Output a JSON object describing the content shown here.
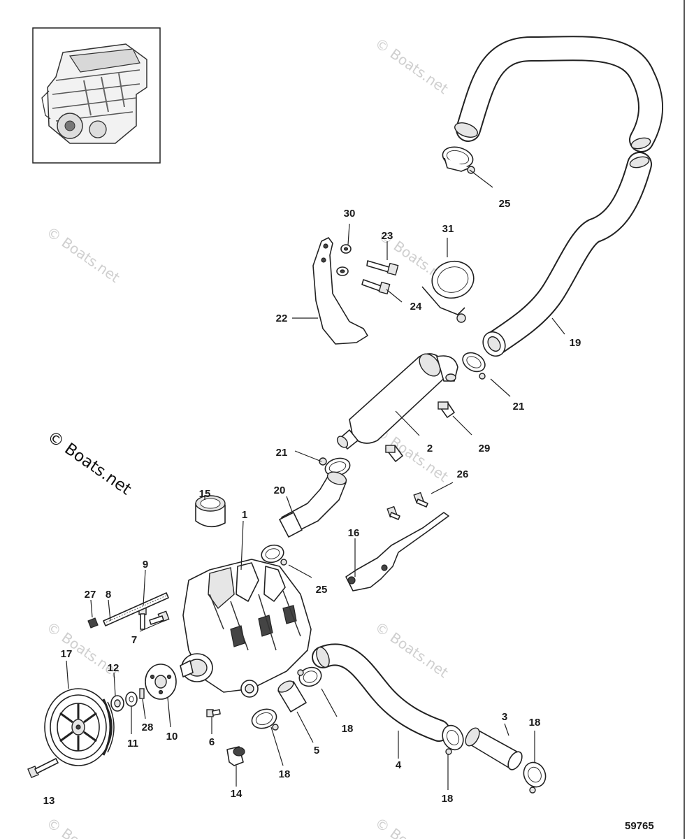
{
  "watermarks": {
    "main": "© Boats.net",
    "faint": "© Boats.net"
  },
  "diagram_number": "59765",
  "callouts": {
    "c1": "1",
    "c2": "2",
    "c3": "3",
    "c4": "4",
    "c5": "5",
    "c6": "6",
    "c7": "7",
    "c8": "8",
    "c9": "9",
    "c10": "10",
    "c11": "11",
    "c12": "12",
    "c13": "13",
    "c14": "14",
    "c15": "15",
    "c16": "16",
    "c17": "17",
    "c18a": "18",
    "c18b": "18",
    "c18c": "18",
    "c18d": "18",
    "c19": "19",
    "c20": "20",
    "c21a": "21",
    "c21b": "21",
    "c22": "22",
    "c23": "23",
    "c24": "24",
    "c25a": "25",
    "c25b": "25",
    "c26": "26",
    "c27": "27",
    "c28": "28",
    "c29": "29",
    "c30": "30",
    "c31": "31"
  }
}
